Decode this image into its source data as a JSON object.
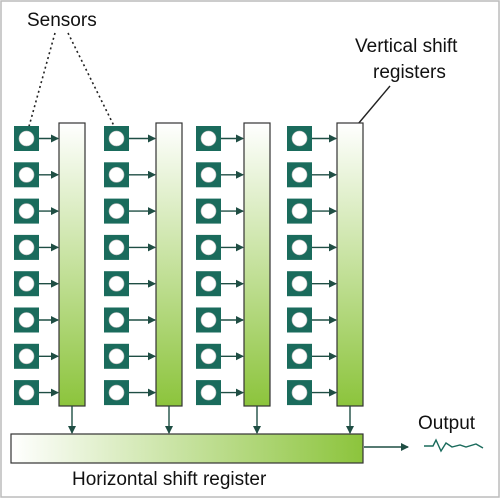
{
  "labels": {
    "sensors": "Sensors",
    "vertical_line1": "Vertical shift",
    "vertical_line2": "registers",
    "horizontal": "Horizontal shift register",
    "output": "Output"
  },
  "structure": {
    "columns": 4,
    "sensors_per_column": 8
  },
  "colors": {
    "sensor": "#1a6b5c",
    "register_top": "#ffffff",
    "register_bottom": "#8cc43c",
    "arrow": "#1f4e44",
    "border": "#333333",
    "frame": "#bcbcbc"
  }
}
